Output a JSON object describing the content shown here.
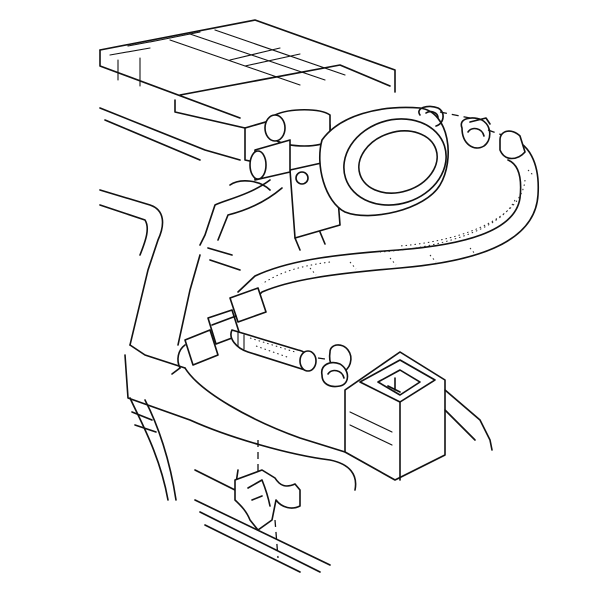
{
  "figure": {
    "kind": "line-art illustration",
    "colors": {
      "ink": "#111111",
      "background": "#ffffff"
    },
    "components": [
      "engine-cover",
      "throttle-body",
      "air-intake-duct",
      "upper-hose-clamp",
      "coolant-hose",
      "hose-connector-fitting",
      "lower-hose-clamp",
      "bleed-valve-tube",
      "coolant-reservoir-bracket",
      "retaining-clip",
      "fender-panel"
    ]
  }
}
